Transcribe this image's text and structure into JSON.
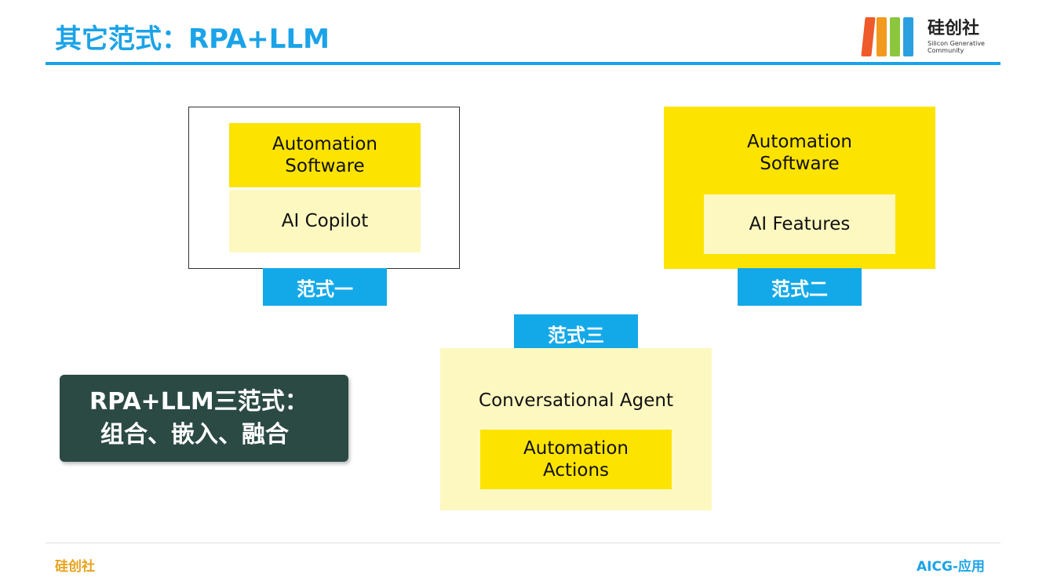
{
  "header": {
    "title": "其它范式：RPA+LLM",
    "logo": {
      "name": "硅创社",
      "subtitle_line1": "Silicon Generative",
      "subtitle_line2": "Community",
      "icon": "books-logo-icon"
    }
  },
  "paradigm1": {
    "tag": "范式一",
    "top_line1": "Automation",
    "top_line2": "Software",
    "bottom": "AI Copilot"
  },
  "paradigm2": {
    "tag": "范式二",
    "outer_line1": "Automation",
    "outer_line2": "Software",
    "inner": "AI Features"
  },
  "paradigm3": {
    "tag": "范式三",
    "outer": "Conversational Agent",
    "inner_line1": "Automation",
    "inner_line2": "Actions"
  },
  "summary": {
    "line1": "RPA+LLM三范式：",
    "line2": "组合、嵌入、融合"
  },
  "footer": {
    "left": "硅创社",
    "right": "AICG-应用"
  },
  "colors": {
    "accent_blue": "#1aa3e8",
    "tag_blue": "#13a9e9",
    "yellow": "#fde300",
    "light_yellow": "#fdf8c0",
    "summary_bg": "#2c4a44",
    "footer_orange": "#e8a21a"
  }
}
